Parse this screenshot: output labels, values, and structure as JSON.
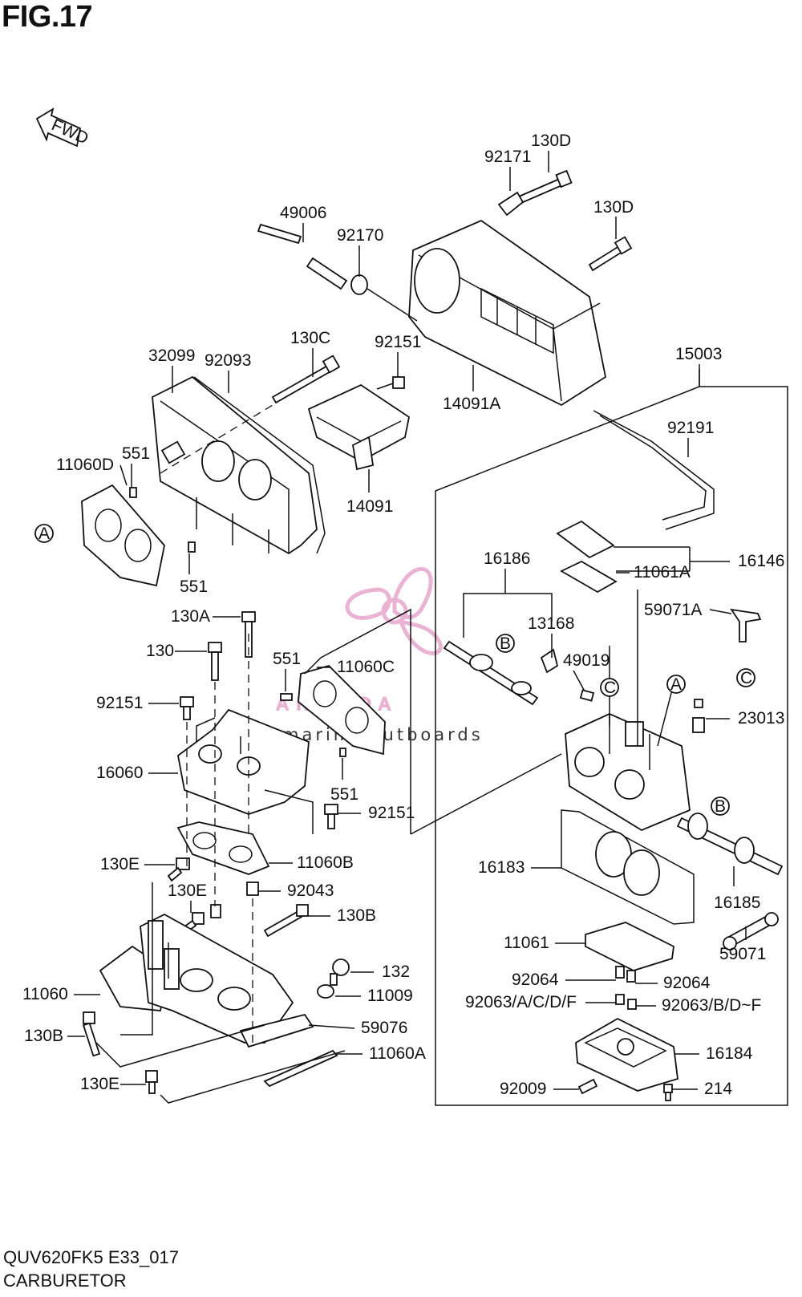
{
  "figure": {
    "title": "FIG.17",
    "code": "QUV620FK5 E33_017",
    "name": "CARBURETOR"
  },
  "direction_arrow": {
    "label": "FWD"
  },
  "watermark": {
    "brand": "ARMADA",
    "tagline": "marine outboards",
    "color": "#e8a6cc"
  },
  "callouts": [
    {
      "id": "c-130d-top",
      "label": "130D"
    },
    {
      "id": "c-92171",
      "label": "92171"
    },
    {
      "id": "c-130d-right",
      "label": "130D"
    },
    {
      "id": "c-49006",
      "label": "49006"
    },
    {
      "id": "c-92170",
      "label": "92170"
    },
    {
      "id": "c-130c",
      "label": "130C"
    },
    {
      "id": "c-92151-top",
      "label": "92151"
    },
    {
      "id": "c-32099",
      "label": "32099"
    },
    {
      "id": "c-92093",
      "label": "92093"
    },
    {
      "id": "c-14091a",
      "label": "14091A"
    },
    {
      "id": "c-15003",
      "label": "15003"
    },
    {
      "id": "c-92191",
      "label": "92191"
    },
    {
      "id": "c-11060d",
      "label": "11060D"
    },
    {
      "id": "c-551-a",
      "label": "551"
    },
    {
      "id": "c-14091",
      "label": "14091"
    },
    {
      "id": "c-551-b",
      "label": "551"
    },
    {
      "id": "c-16146",
      "label": "16146"
    },
    {
      "id": "c-11061a",
      "label": "11061A"
    },
    {
      "id": "c-16186",
      "label": "16186"
    },
    {
      "id": "c-59071a",
      "label": "59071A"
    },
    {
      "id": "c-130a",
      "label": "130A"
    },
    {
      "id": "c-13168",
      "label": "13168"
    },
    {
      "id": "c-130",
      "label": "130"
    },
    {
      "id": "c-551-c",
      "label": "551"
    },
    {
      "id": "c-11060c",
      "label": "11060C"
    },
    {
      "id": "c-49019",
      "label": "49019"
    },
    {
      "id": "c-92151-mid",
      "label": "92151"
    },
    {
      "id": "c-23013",
      "label": "23013"
    },
    {
      "id": "c-16060",
      "label": "16060"
    },
    {
      "id": "c-551-d",
      "label": "551"
    },
    {
      "id": "c-92151-low",
      "label": "92151"
    },
    {
      "id": "c-16183",
      "label": "16183"
    },
    {
      "id": "c-130e-a",
      "label": "130E"
    },
    {
      "id": "c-11060b",
      "label": "11060B"
    },
    {
      "id": "c-16185",
      "label": "16185"
    },
    {
      "id": "c-130e-b",
      "label": "130E"
    },
    {
      "id": "c-92043",
      "label": "92043"
    },
    {
      "id": "c-130b-a",
      "label": "130B"
    },
    {
      "id": "c-11061",
      "label": "11061"
    },
    {
      "id": "c-59071",
      "label": "59071"
    },
    {
      "id": "c-132",
      "label": "132"
    },
    {
      "id": "c-92064-l",
      "label": "92064"
    },
    {
      "id": "c-92064-r",
      "label": "92064"
    },
    {
      "id": "c-11060",
      "label": "11060"
    },
    {
      "id": "c-11009",
      "label": "11009"
    },
    {
      "id": "c-92063-l",
      "label": "92063/A/C/D/F"
    },
    {
      "id": "c-92063-r",
      "label": "92063/B/D~F"
    },
    {
      "id": "c-130b-b",
      "label": "130B"
    },
    {
      "id": "c-59076",
      "label": "59076"
    },
    {
      "id": "c-11060a",
      "label": "11060A"
    },
    {
      "id": "c-16184",
      "label": "16184"
    },
    {
      "id": "c-130e-c",
      "label": "130E"
    },
    {
      "id": "c-92009",
      "label": "92009"
    },
    {
      "id": "c-214",
      "label": "214"
    }
  ],
  "reference_marks": [
    {
      "id": "ref-a-left",
      "letter": "A"
    },
    {
      "id": "ref-b-mid",
      "letter": "B"
    },
    {
      "id": "ref-c-right",
      "letter": "C"
    },
    {
      "id": "ref-c-carb",
      "letter": "C"
    },
    {
      "id": "ref-a-carb",
      "letter": "A"
    },
    {
      "id": "ref-b-carb",
      "letter": "B"
    }
  ]
}
